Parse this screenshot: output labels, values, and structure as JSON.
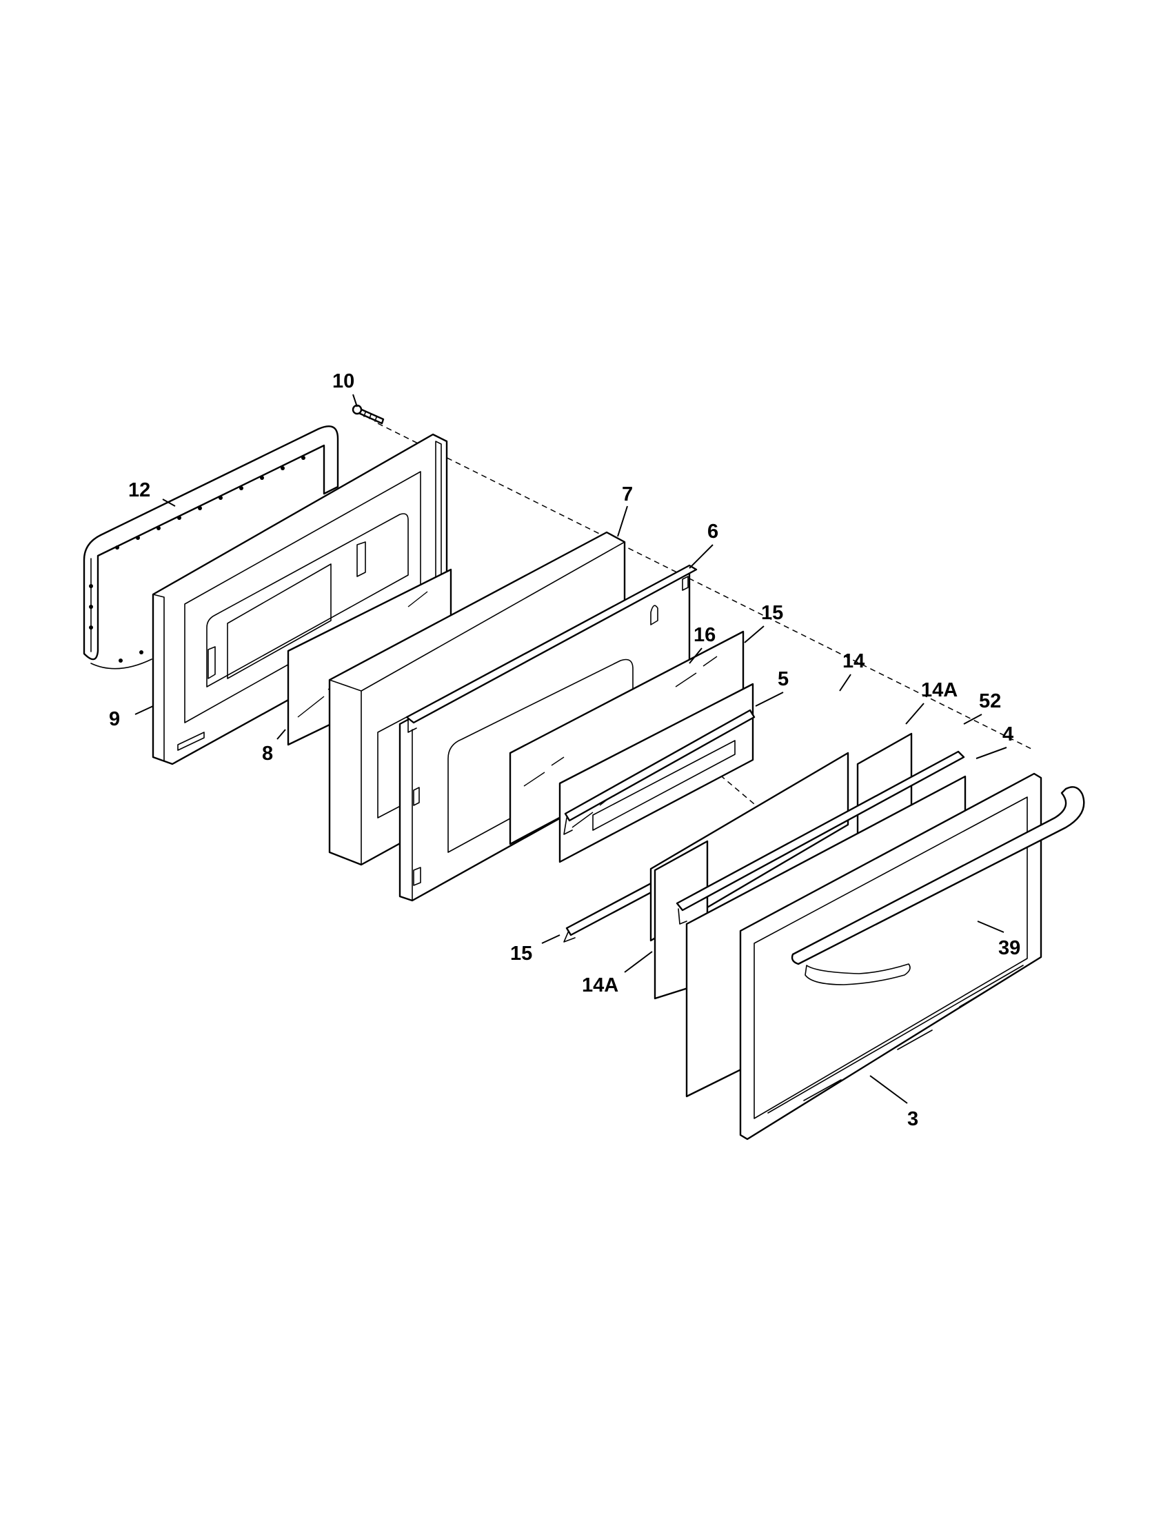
{
  "diagram": {
    "callouts": [
      {
        "id": "c10",
        "label": "10"
      },
      {
        "id": "c12",
        "label": "12"
      },
      {
        "id": "c7",
        "label": "7"
      },
      {
        "id": "c6",
        "label": "6"
      },
      {
        "id": "c15a",
        "label": "15"
      },
      {
        "id": "c16",
        "label": "16"
      },
      {
        "id": "c14",
        "label": "14"
      },
      {
        "id": "c5",
        "label": "5"
      },
      {
        "id": "c14Aa",
        "label": "14A"
      },
      {
        "id": "c52",
        "label": "52"
      },
      {
        "id": "c4",
        "label": "4"
      },
      {
        "id": "c9",
        "label": "9"
      },
      {
        "id": "c8",
        "label": "8"
      },
      {
        "id": "c15b",
        "label": "15"
      },
      {
        "id": "c14Ab",
        "label": "14A"
      },
      {
        "id": "c39",
        "label": "39"
      },
      {
        "id": "c3",
        "label": "3"
      }
    ]
  }
}
